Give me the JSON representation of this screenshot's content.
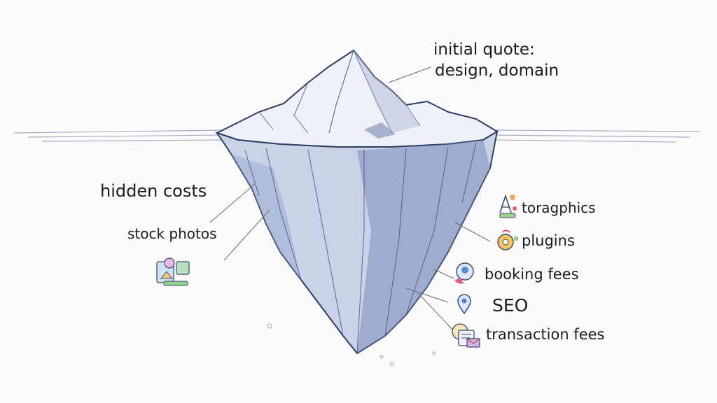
{
  "labels": {
    "initial_quote_line1": "initial quote:",
    "initial_quote_line2": "design, domain",
    "hidden_costs": "hidden costs",
    "stock_photos": "stock photos",
    "toragphics": "toragphics",
    "plugins": "plugins",
    "booking_fees": "booking fees",
    "seo": "SEO",
    "transaction_fees": "transaction fees"
  },
  "icons": [
    "stock-photos-icon",
    "typography-icon",
    "plugins-icon",
    "booking-fees-icon",
    "location-pin-icon",
    "transaction-fees-icon"
  ],
  "colors": {
    "ice_outline": "#2e3f66",
    "ice_shade": "#5b6f9e",
    "ice_light": "#e9edf6",
    "water_line": "#8a96b8",
    "text": "#1c1c1c",
    "leader_line": "#6b6b6b"
  }
}
